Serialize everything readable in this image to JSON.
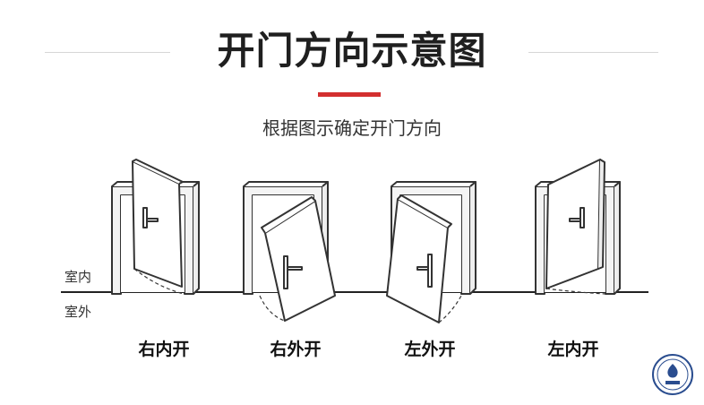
{
  "header": {
    "title": "开门方向示意图",
    "subtitle": "根据图示确定开门方向",
    "accent_color": "#d32f2f"
  },
  "sides": {
    "indoor": "室内",
    "outdoor": "室外"
  },
  "doors": [
    {
      "label": "右内开"
    },
    {
      "label": "右外开"
    },
    {
      "label": "左外开"
    },
    {
      "label": "左内开"
    }
  ],
  "logo": {
    "icon": "seal-logo-icon"
  }
}
